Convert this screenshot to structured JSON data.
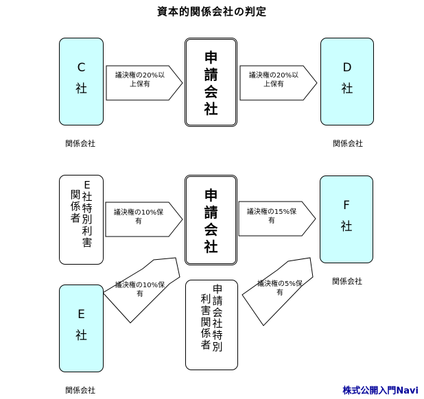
{
  "title": "資本的関係会社の判定",
  "top": {
    "company_c": {
      "letter": "C",
      "sha": "社"
    },
    "company_d": {
      "letter": "D",
      "sha": "社"
    },
    "applicant": [
      "申",
      "請",
      "会",
      "社"
    ],
    "arrow_left": {
      "line1": "議決権の20%以",
      "line2": "上保有"
    },
    "arrow_right": {
      "line1": "議決権の20%以",
      "line2": "上保有"
    },
    "label_c": "関係会社",
    "label_d": "関係会社"
  },
  "bottom": {
    "e_interested": {
      "col1": [
        "E",
        "社",
        "特",
        "別",
        "利",
        "害"
      ],
      "col2": [
        "関",
        "係",
        "者"
      ]
    },
    "applicant": [
      "申",
      "請",
      "会",
      "社"
    ],
    "company_f": {
      "letter": "F",
      "sha": "社"
    },
    "label_f": "関係会社",
    "company_e": {
      "letter": "E",
      "sha": "社"
    },
    "label_e": "関係会社",
    "applicant_interested": {
      "col1": [
        "申",
        "請",
        "会",
        "社",
        "特",
        "別"
      ],
      "col2": [
        "利",
        "害",
        "関",
        "係",
        "者"
      ]
    },
    "arrow_e_interested": {
      "line1": "議決権の10%保",
      "line2": "有"
    },
    "arrow_f": {
      "line1": "議決権の15%保",
      "line2": "有"
    },
    "arrow_e": {
      "line1": "議決権の10%保",
      "line2": "有"
    },
    "arrow_applicant_interested": {
      "line1": "議決権の5%保",
      "line2": "有"
    }
  },
  "brand": "株式公開入門Navi"
}
